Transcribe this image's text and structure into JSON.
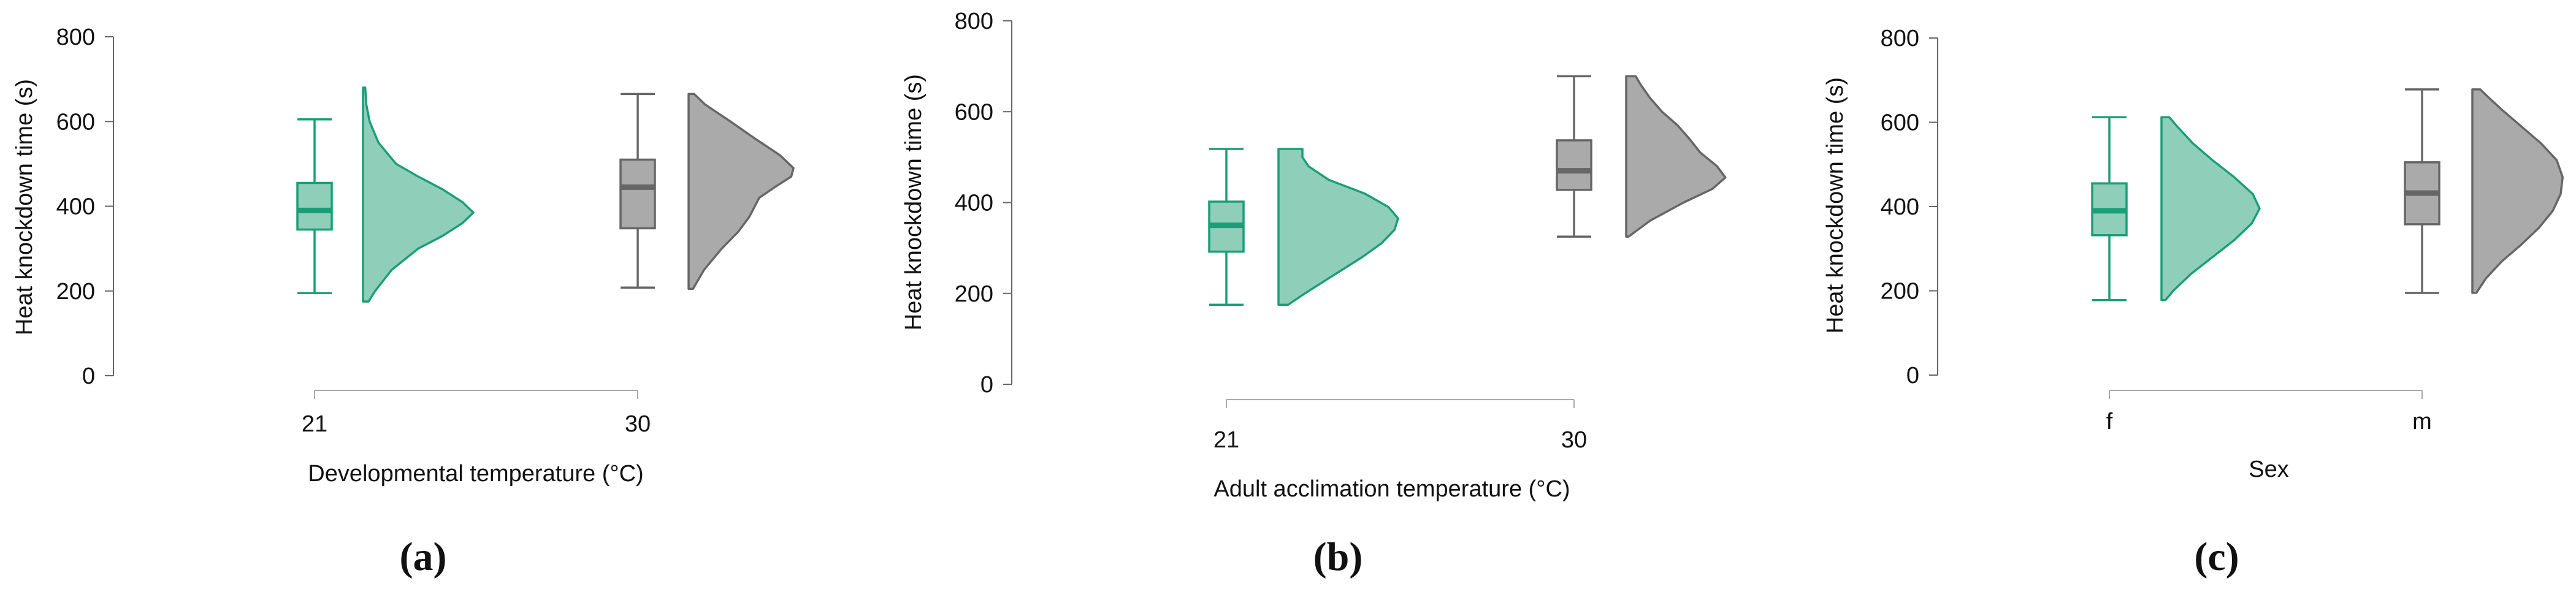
{
  "colors": {
    "green": "#1a9e77",
    "green_fill": "#8fcfb9",
    "gray": "#666666",
    "gray_fill": "#aaaaaa",
    "axis": "#666666",
    "axis_light": "#aaaaaa"
  },
  "chart_data": [
    {
      "type": "box-violin",
      "panel_label": "(a)",
      "xlabel": "Developmental temperature (°C)",
      "ylabel": "Heat knockdown time (s)",
      "ylim": [
        0,
        800
      ],
      "yticks": [
        0,
        200,
        400,
        600,
        800
      ],
      "categories": [
        "21",
        "30"
      ],
      "groups": [
        {
          "category": "21",
          "color_key": "green",
          "box": {
            "whisker_low": 195,
            "q1": 345,
            "median": 390,
            "q3": 455,
            "whisker_high": 605
          },
          "density": {
            "y": [
              175,
              200,
              250,
              300,
              330,
              360,
              385,
              410,
              440,
              470,
              500,
              550,
              600,
              640,
              680
            ],
            "w": [
              0.05,
              0.11,
              0.26,
              0.5,
              0.72,
              0.9,
              1.0,
              0.9,
              0.72,
              0.5,
              0.3,
              0.14,
              0.06,
              0.03,
              0.02
            ]
          }
        },
        {
          "category": "30",
          "color_key": "gray",
          "box": {
            "whisker_low": 208,
            "q1": 348,
            "median": 445,
            "q3": 510,
            "whisker_high": 665
          },
          "density": {
            "y": [
              205,
              250,
              300,
              340,
              375,
              400,
              420,
              445,
              470,
              490,
              520,
              560,
              600,
              640,
              665
            ],
            "w": [
              0.04,
              0.14,
              0.3,
              0.45,
              0.55,
              0.6,
              0.64,
              0.78,
              0.93,
              0.95,
              0.83,
              0.6,
              0.38,
              0.15,
              0.05
            ]
          }
        }
      ]
    },
    {
      "type": "box-violin",
      "panel_label": "(b)",
      "xlabel": "Adult acclimation temperature (°C)",
      "ylabel": "Heat knockdown time (s)",
      "ylim": [
        0,
        800
      ],
      "yticks": [
        0,
        200,
        400,
        600,
        800
      ],
      "categories": [
        "21",
        "30"
      ],
      "groups": [
        {
          "category": "21",
          "color_key": "green",
          "box": {
            "whisker_low": 175,
            "q1": 292,
            "median": 350,
            "q3": 402,
            "whisker_high": 518
          },
          "density": {
            "y": [
              175,
              200,
              240,
              280,
              310,
              340,
              365,
              390,
              420,
              450,
              480,
              500,
              518
            ],
            "w": [
              0.08,
              0.22,
              0.46,
              0.7,
              0.86,
              0.97,
              1.0,
              0.92,
              0.72,
              0.42,
              0.25,
              0.2,
              0.2
            ]
          }
        },
        {
          "category": "30",
          "color_key": "gray",
          "box": {
            "whisker_low": 325,
            "q1": 428,
            "median": 470,
            "q3": 537,
            "whisker_high": 678
          },
          "density": {
            "y": [
              325,
              360,
              400,
              430,
              455,
              480,
              510,
              540,
              570,
              600,
              630,
              660,
              678
            ],
            "w": [
              0.02,
              0.2,
              0.48,
              0.72,
              0.83,
              0.76,
              0.62,
              0.53,
              0.43,
              0.3,
              0.2,
              0.12,
              0.08
            ]
          }
        }
      ]
    },
    {
      "type": "box-violin",
      "panel_label": "(c)",
      "xlabel": "Sex",
      "ylabel": "Heat knockdown time (s)",
      "ylim": [
        0,
        800
      ],
      "yticks": [
        0,
        200,
        400,
        600,
        800
      ],
      "categories": [
        "f",
        "m"
      ],
      "groups": [
        {
          "category": "f",
          "color_key": "green",
          "box": {
            "whisker_low": 178,
            "q1": 332,
            "median": 390,
            "q3": 455,
            "whisker_high": 612
          },
          "density": {
            "y": [
              178,
              200,
              240,
              280,
              320,
              360,
              395,
              430,
              470,
              510,
              550,
              590,
              612
            ],
            "w": [
              0.04,
              0.12,
              0.3,
              0.52,
              0.74,
              0.92,
              1.0,
              0.93,
              0.74,
              0.52,
              0.32,
              0.16,
              0.08
            ]
          }
        },
        {
          "category": "m",
          "color_key": "gray",
          "box": {
            "whisker_low": 195,
            "q1": 358,
            "median": 432,
            "q3": 505,
            "whisker_high": 678
          },
          "density": {
            "y": [
              195,
              230,
              270,
              310,
              350,
              390,
              430,
              470,
              510,
              550,
              590,
              630,
              660,
              678
            ],
            "w": [
              0.04,
              0.14,
              0.3,
              0.5,
              0.68,
              0.82,
              0.9,
              0.92,
              0.86,
              0.7,
              0.5,
              0.3,
              0.16,
              0.08
            ]
          }
        }
      ]
    }
  ]
}
